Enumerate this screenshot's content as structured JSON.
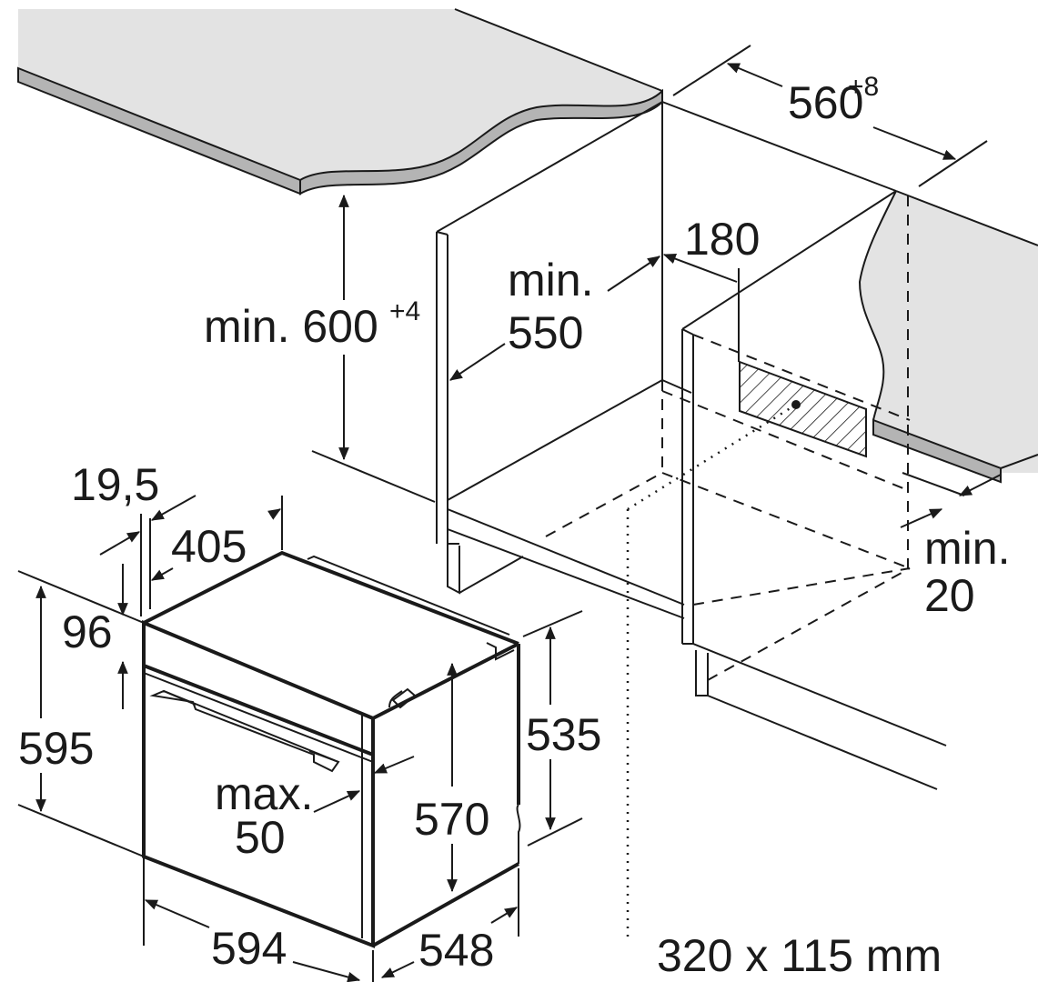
{
  "dimensions": {
    "niche_width": "560",
    "niche_width_tol": "+8",
    "niche_height": "min. 600",
    "niche_height_tol": "+4",
    "min_depth_line1": "min.",
    "min_depth_line2": "550",
    "back_gap": "180",
    "floor_gap_line1": "min.",
    "floor_gap_line2": "20",
    "trim_thickness": "19,5",
    "top_depth": "405",
    "panel_height": "96",
    "front_height": "595",
    "body_height_outer": "535",
    "body_height_inner": "570",
    "handle_line1": "max.",
    "handle_line2": "50",
    "front_width": "594",
    "body_depth": "548",
    "vent_opening": "320 x 115 mm"
  },
  "colors": {
    "line": "#1a1a1a",
    "countertop": "#e3e3e3",
    "countertop_edge": "#b4b4b4",
    "hatch": "#1a1a1a"
  }
}
